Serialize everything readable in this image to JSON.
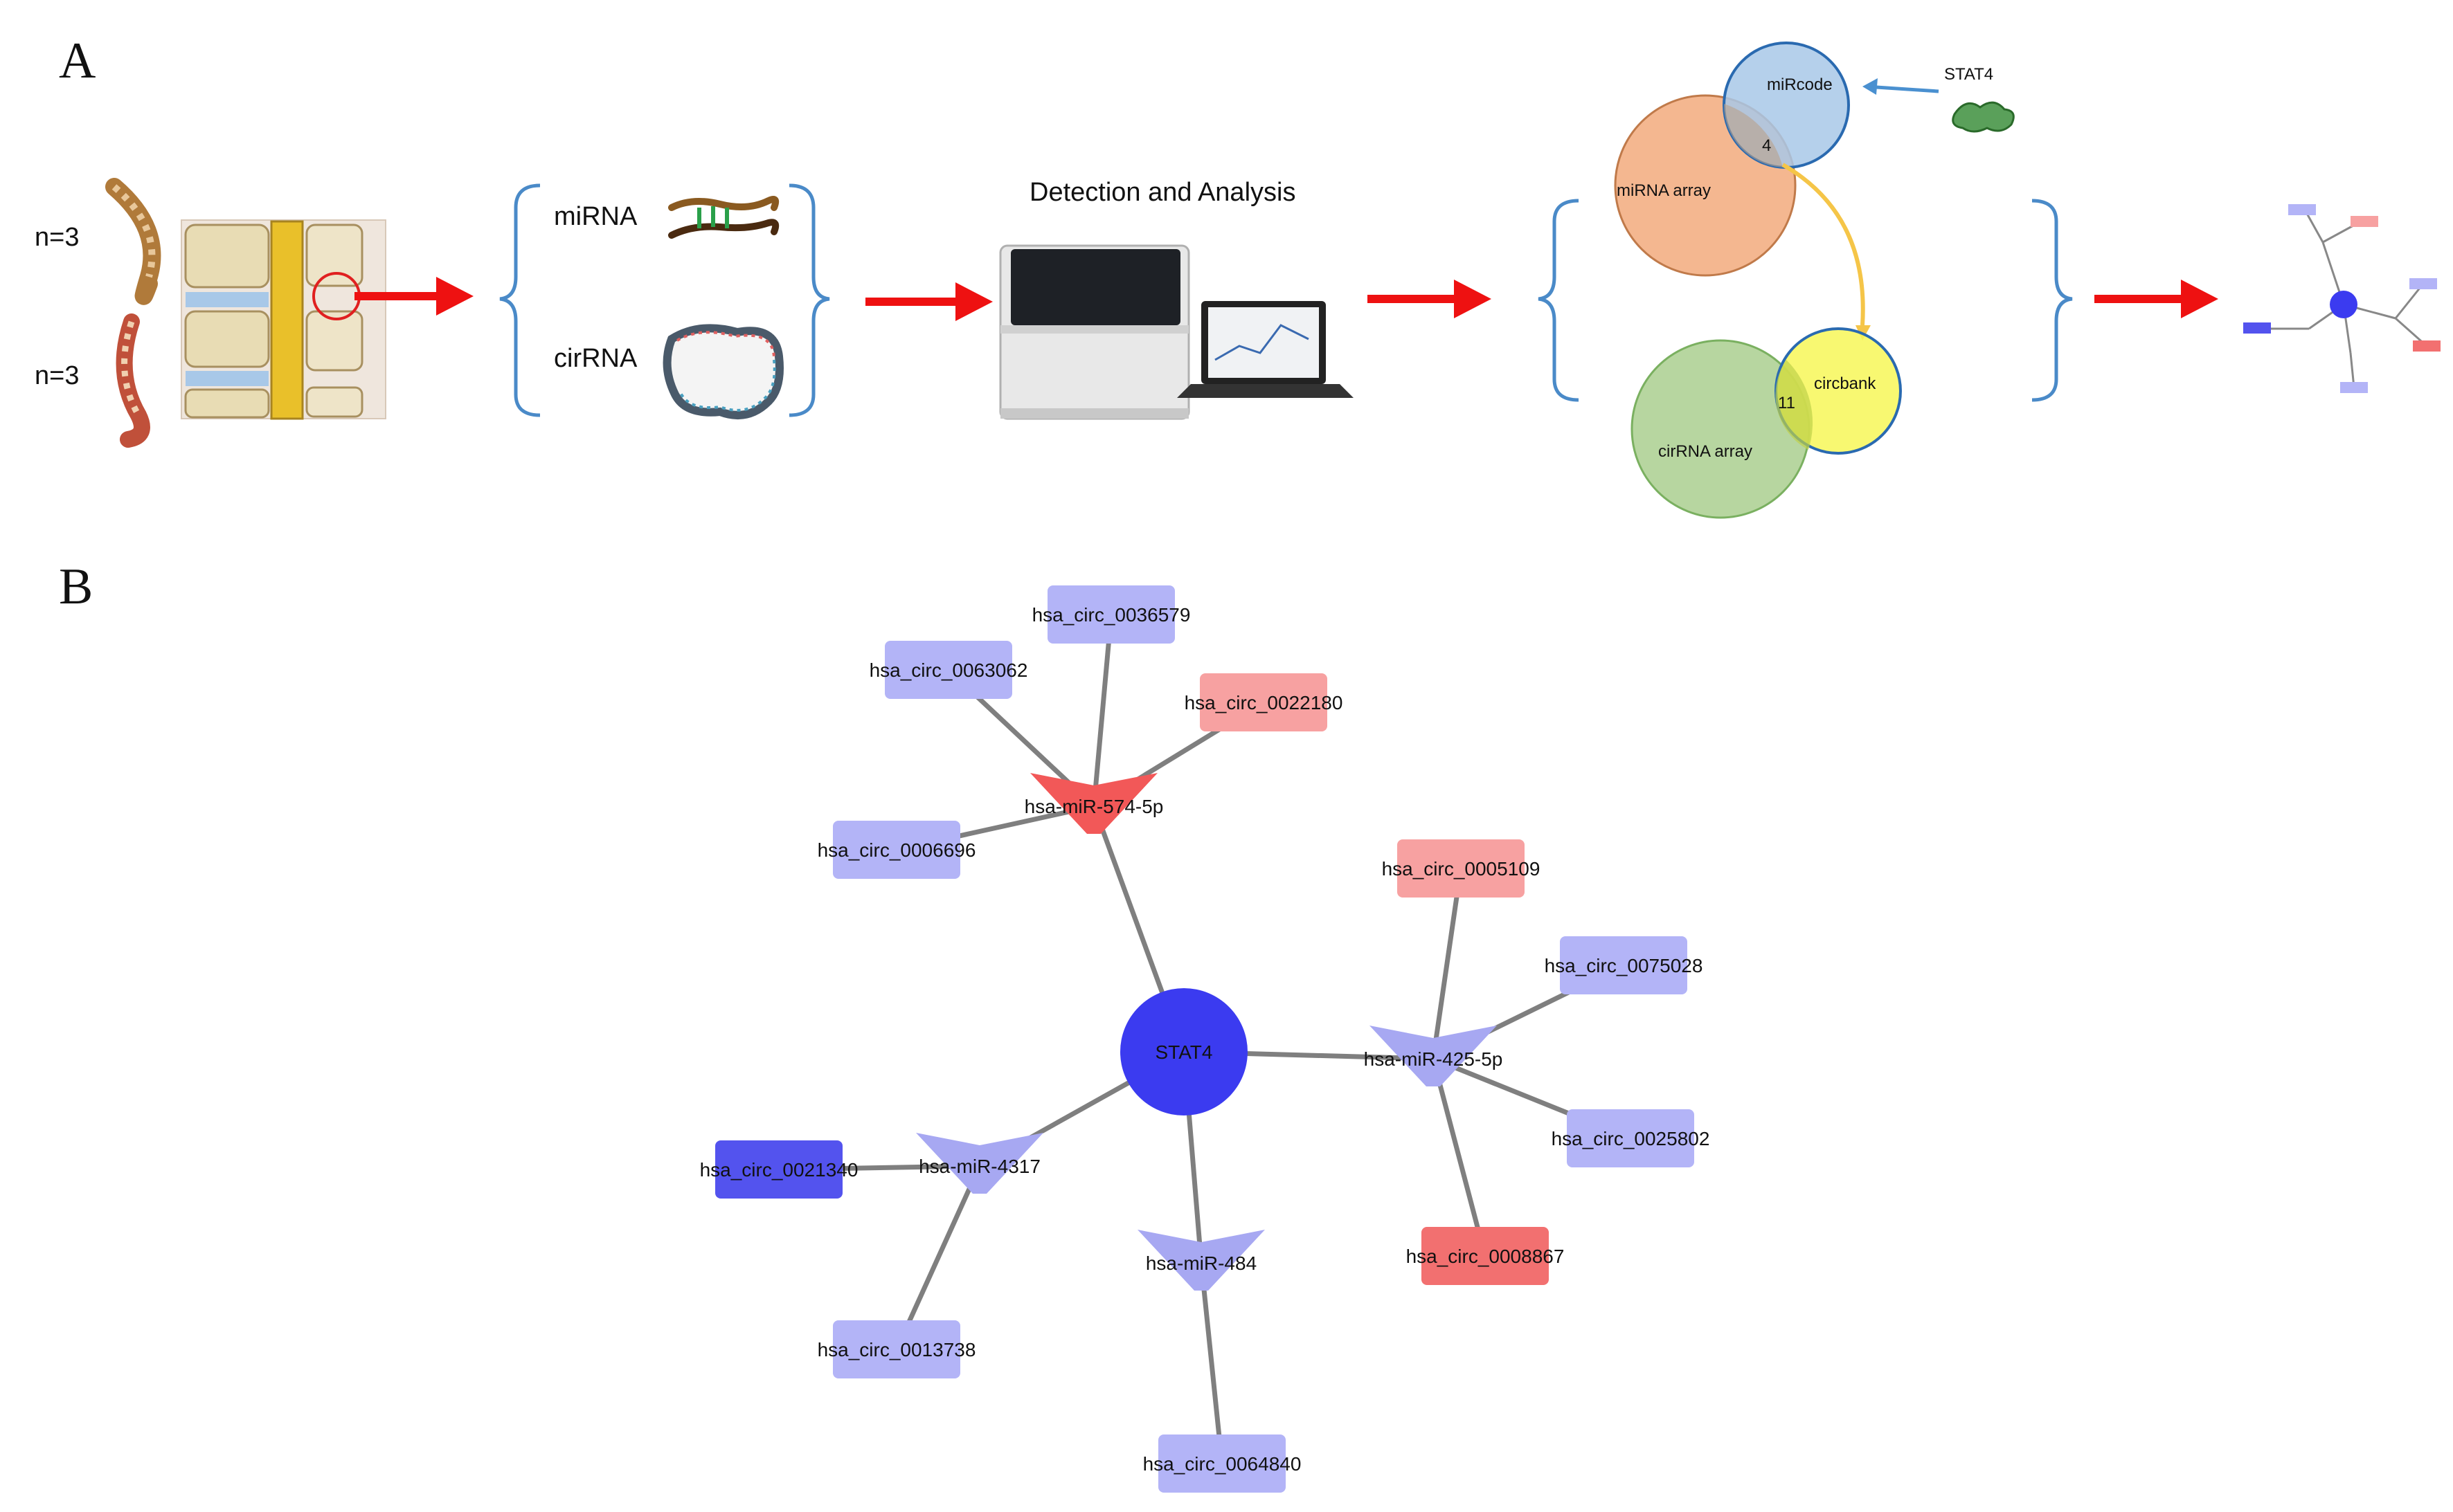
{
  "panels": {
    "a": "A",
    "b": "B"
  },
  "panel_a": {
    "groups": [
      {
        "n_label": "n=3"
      },
      {
        "n_label": "n=3"
      }
    ],
    "rna_types": [
      "miRNA",
      "cirRNA"
    ],
    "detection_label": "Detection and Analysis",
    "venn_top": {
      "left": "miRNA array",
      "right": "miRcode",
      "overlap": "4",
      "gene": "STAT4"
    },
    "venn_bottom": {
      "left": "cirRNA array",
      "right": "circbank",
      "overlap": "11"
    }
  },
  "network": {
    "hub": {
      "id": "STAT4",
      "label": "STAT4",
      "color": "#3b3bf0"
    },
    "mirnas": [
      {
        "id": "m574",
        "label": "hsa-miR-574-5p",
        "color": "#f25858"
      },
      {
        "id": "m425",
        "label": "hsa-miR-425-5p",
        "color": "#a7a8f2"
      },
      {
        "id": "m4317",
        "label": "hsa-miR-4317",
        "color": "#a7a8f2"
      },
      {
        "id": "m484",
        "label": "hsa-miR-484",
        "color": "#a7a8f2"
      }
    ],
    "circrnas": [
      {
        "id": "c36579",
        "label": "hsa_circ_0036579",
        "color": "#b3b4f7",
        "target": "m574"
      },
      {
        "id": "c63062",
        "label": "hsa_circ_0063062",
        "color": "#b3b4f7",
        "target": "m574"
      },
      {
        "id": "c22180",
        "label": "hsa_circ_0022180",
        "color": "#f7a1a1",
        "target": "m574"
      },
      {
        "id": "c06696",
        "label": "hsa_circ_0006696",
        "color": "#b3b4f7",
        "target": "m574"
      },
      {
        "id": "c05109",
        "label": "hsa_circ_0005109",
        "color": "#f7a1a1",
        "target": "m425"
      },
      {
        "id": "c75028",
        "label": "hsa_circ_0075028",
        "color": "#b3b4f7",
        "target": "m425"
      },
      {
        "id": "c25802",
        "label": "hsa_circ_0025802",
        "color": "#b3b4f7",
        "target": "m425"
      },
      {
        "id": "c08867",
        "label": "hsa_circ_0008867",
        "color": "#f27070",
        "target": "m425"
      },
      {
        "id": "c21340",
        "label": "hsa_circ_0021340",
        "color": "#5353ee",
        "target": "m4317"
      },
      {
        "id": "c13738",
        "label": "hsa_circ_0013738",
        "color": "#b3b4f7",
        "target": "m4317"
      },
      {
        "id": "c64840",
        "label": "hsa_circ_0064840",
        "color": "#b3b4f7",
        "target": "m484"
      }
    ]
  }
}
